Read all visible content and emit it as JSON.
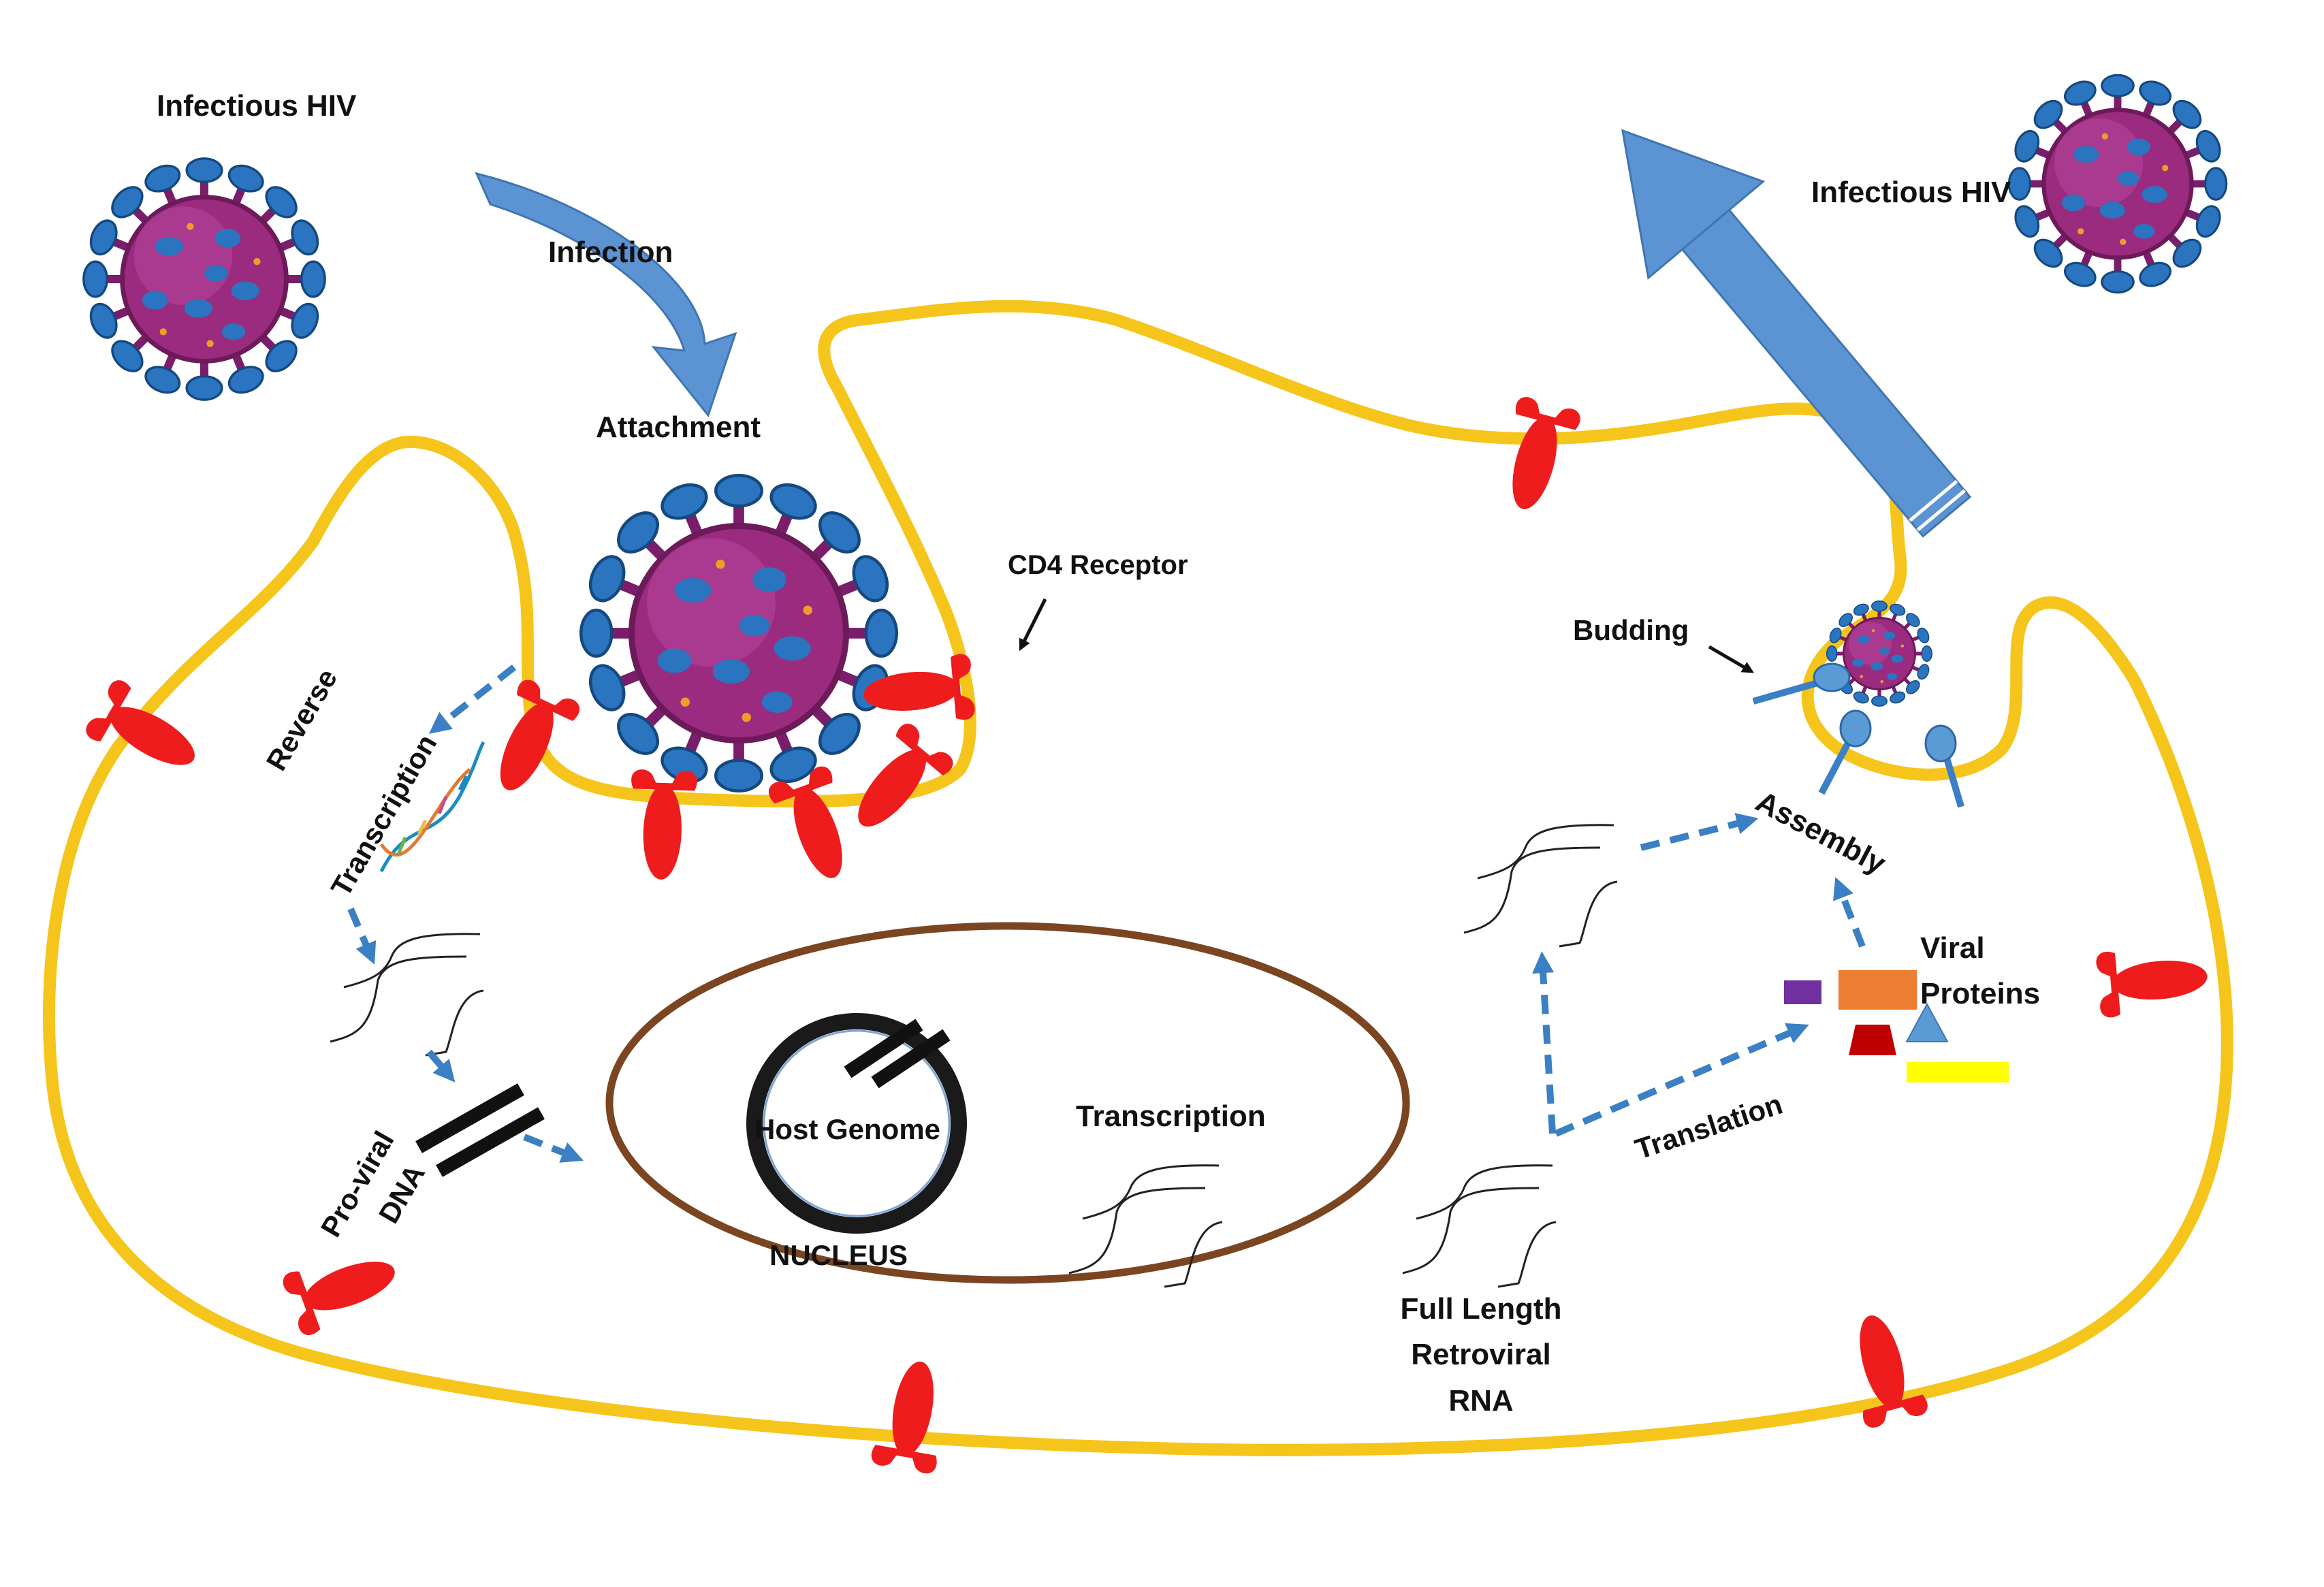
{
  "labels": {
    "infectious_hiv_left": "Infectious HIV",
    "infection": "Infection",
    "attachment": "Attachment",
    "cd4_receptor": "CD4 Receptor",
    "reverse": "Reverse",
    "transcription_rt": "Transcription",
    "pro_viral": "Pro-viral",
    "dna": "DNA",
    "host_genome": "Host Genome",
    "nucleus": "NUCLEUS",
    "transcription": "Transcription",
    "full_length": "Full Length",
    "retroviral": "Retroviral",
    "rna": "RNA",
    "translation": "Translation",
    "viral": "Viral",
    "proteins": "Proteins",
    "assembly": "Assembly",
    "budding": "Budding",
    "infectious_hiv_right": "Infectious HIV"
  },
  "colors": {
    "membrane": "#f5c51b",
    "receptor": "#ee1c1c",
    "arrow": "#3b7fc4",
    "big_arrow": "#5b93d3",
    "nucleus_border": "#7a4520",
    "virus_body": "#9b2b7e",
    "virus_spike": "#2a74c0",
    "protein_purple": "#7030a0",
    "protein_orange": "#ed7d31",
    "protein_darkred": "#c00000",
    "protein_blue": "#5b9bd5",
    "protein_yellow": "#ffff00"
  }
}
